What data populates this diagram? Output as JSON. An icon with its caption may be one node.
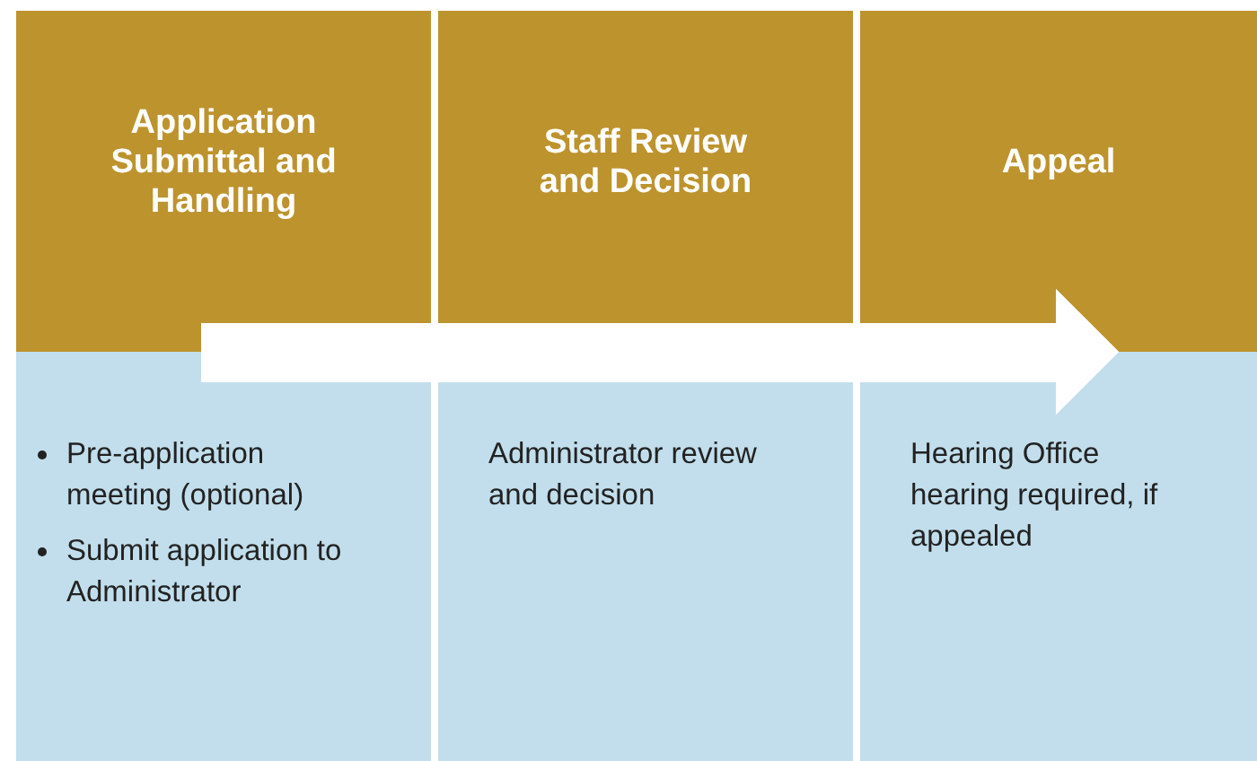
{
  "diagram": {
    "nodes": [
      {
        "text": [
          "Application Submittal and Handling"
        ]
      },
      {
        "text": [
          "Staff Review and Decision"
        ]
      },
      {
        "text": [
          "Appeal"
        ]
      },
      {
        "text": [
          "Pre-application meeting (optional)",
          "Submit application to Administrator"
        ]
      },
      {
        "text": [
          "Administrator review and decision"
        ]
      },
      {
        "text": [
          "Hearing Office hearing required, if appealed"
        ]
      }
    ],
    "edges": [
      {
        "from": 0,
        "to": 2,
        "arrow": "to"
      }
    ]
  }
}
